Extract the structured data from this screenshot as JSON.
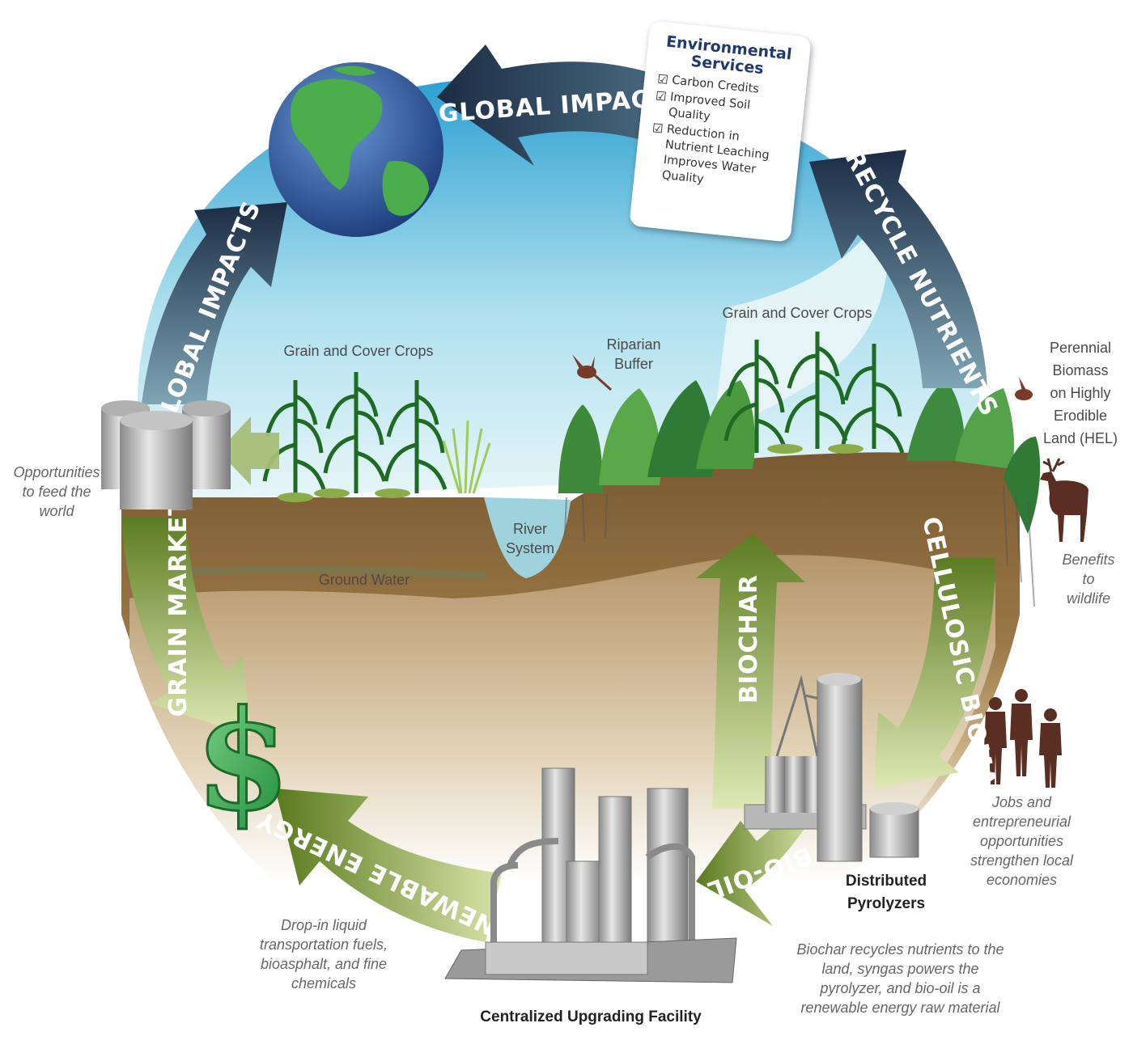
{
  "arrows": {
    "global_impacts_top": "GLOBAL IMPACTS",
    "global_impacts_left": "GLOBAL IMPACTS",
    "recycle_nutrients": "RECYCLE NUTRIENTS",
    "cellulosic_biomass": "CELLULOSIC BIOMASS",
    "bio_oil": "BIO-OIL",
    "renewable_energy": "RENEWABLE ENERGY",
    "grain_markets": "GRAIN MARKETS",
    "biochar": "BIOCHAR"
  },
  "environmental_services": {
    "title_line1": "Environmental",
    "title_line2": "Services",
    "items": [
      {
        "lines": [
          "Carbon Credits"
        ]
      },
      {
        "lines": [
          "Improved Soil",
          "Quality"
        ]
      },
      {
        "lines": [
          "Reduction in",
          "Nutrient Leaching",
          "Improves Water",
          "Quality"
        ]
      }
    ]
  },
  "scene": {
    "grain_cover_left": "Grain and Cover Crops",
    "grain_cover_right": "Grain and Cover Crops",
    "riparian": [
      "Riparian",
      "Buffer"
    ],
    "river": [
      "River",
      "System"
    ],
    "ground_water": "Ground Water",
    "perennial": [
      "Perennial",
      "Biomass",
      "on Highly",
      "Erodible",
      "Land (HEL)"
    ]
  },
  "notes": {
    "feed_world": [
      "Opportunities",
      "to feed the",
      "world"
    ],
    "wildlife": [
      "Benefits",
      "to",
      "wildlife"
    ],
    "jobs": [
      "Jobs and",
      "entrepreneurial",
      "opportunities",
      "strengthen local",
      "economies"
    ],
    "drop_in": [
      "Drop-in liquid",
      "transportation fuels,",
      "bioasphalt, and fine",
      "chemicals"
    ],
    "biochar_recycles": [
      "Biochar recycles nutrients to the",
      "land, syngas powers the",
      "pyrolyzer, and bio-oil is a",
      "renewable energy raw material"
    ]
  },
  "facilities": {
    "distributed": [
      "Distributed",
      "Pyrolyzers"
    ],
    "centralized": "Centralized Upgrading Facility"
  },
  "symbols": {
    "dollar": "$"
  },
  "colors": {
    "navy_arrow": "#1e3048",
    "green_arrow": "#6b8a2a",
    "sky_top": "#4fb3d9",
    "soil": "#8a6a3c",
    "card_title": "#1f3a72"
  }
}
